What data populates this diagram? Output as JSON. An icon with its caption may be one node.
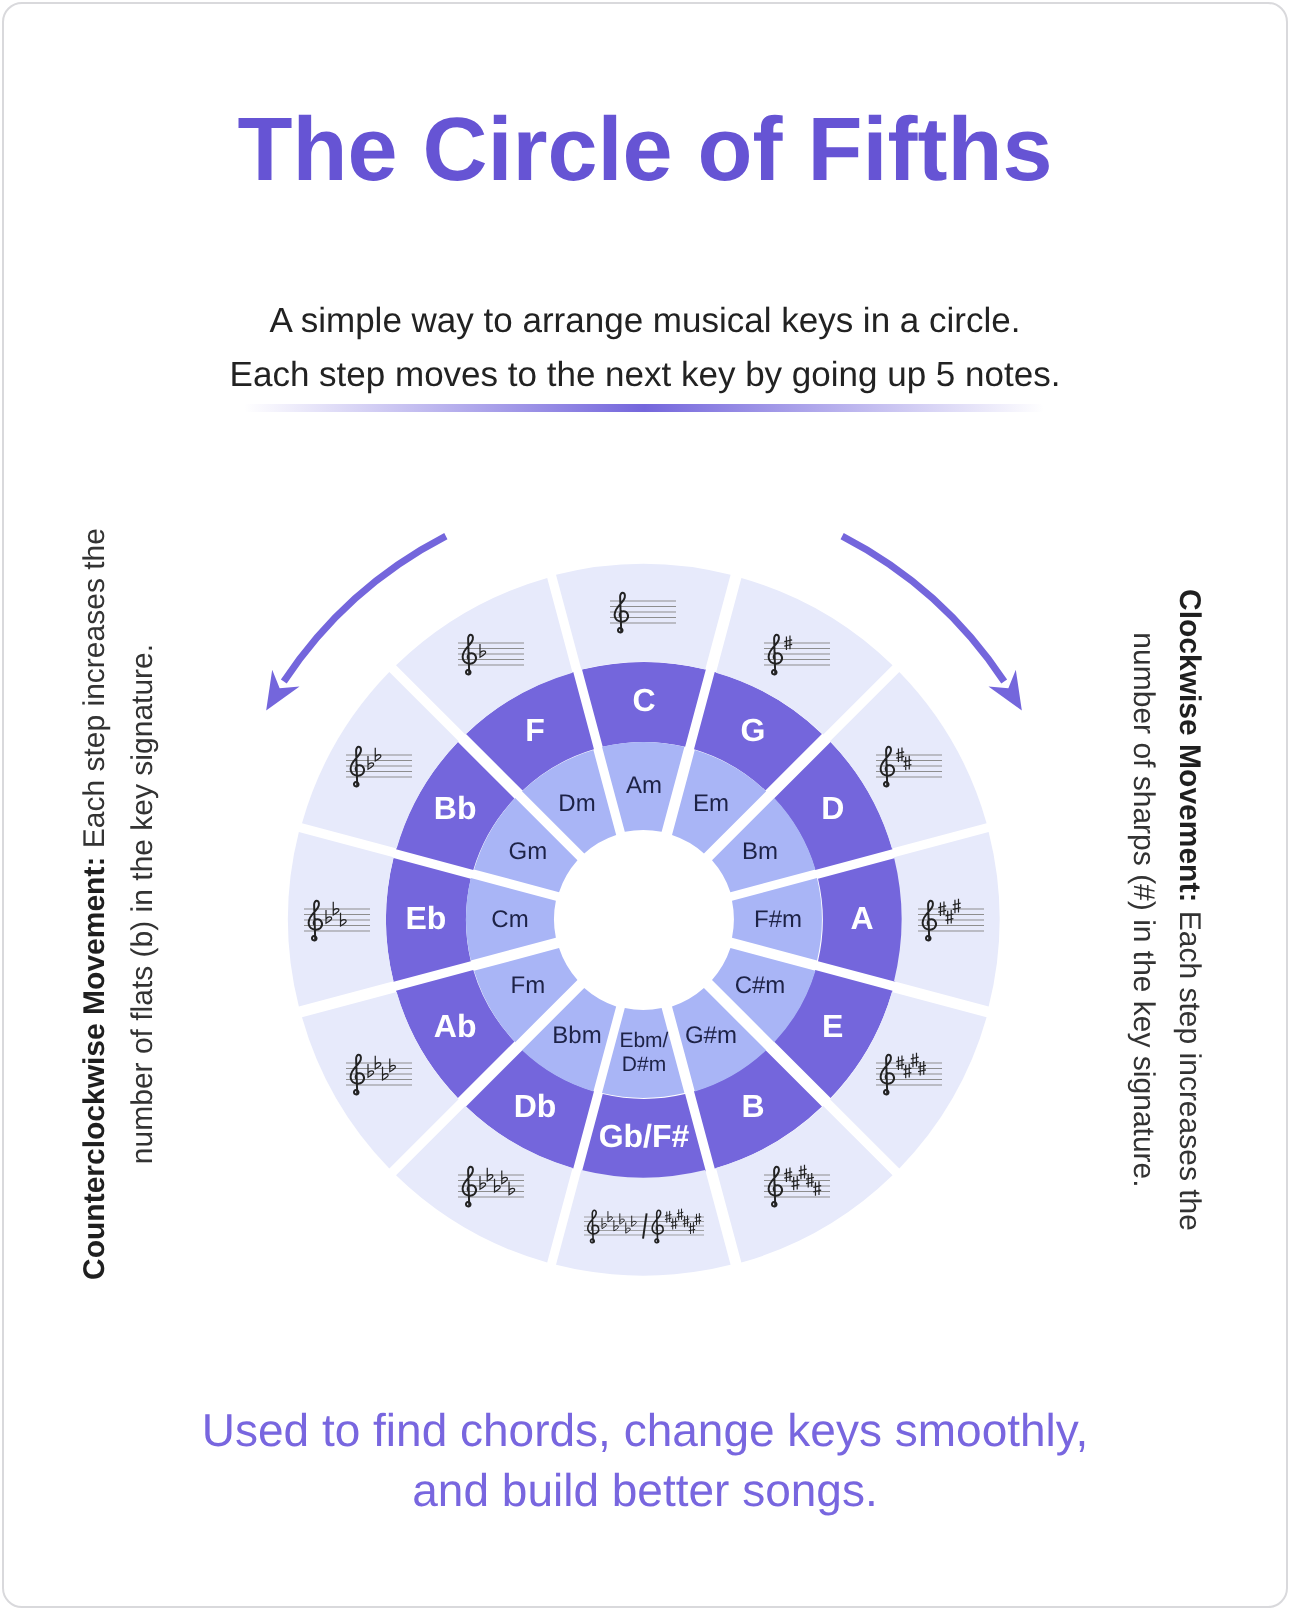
{
  "diagram": {
    "title": "The Circle of Fifths",
    "nodes": [
      {
        "text": [
          "C"
        ]
      },
      {
        "text": [
          "G"
        ]
      },
      {
        "text": [
          "D"
        ]
      },
      {
        "text": [
          "A"
        ]
      },
      {
        "text": [
          "E"
        ]
      },
      {
        "text": [
          "B"
        ]
      },
      {
        "text": [
          "Gb/F#"
        ]
      },
      {
        "text": [
          "Db"
        ]
      },
      {
        "text": [
          "Ab"
        ]
      },
      {
        "text": [
          "Eb"
        ]
      },
      {
        "text": [
          "Bb"
        ]
      },
      {
        "text": [
          "F"
        ]
      },
      {
        "text": [
          "Am"
        ]
      },
      {
        "text": [
          "Em"
        ]
      },
      {
        "text": [
          "Bm"
        ]
      },
      {
        "text": [
          "F#m"
        ]
      },
      {
        "text": [
          "C#m"
        ]
      },
      {
        "text": [
          "G#m"
        ]
      },
      {
        "text": [
          "Ebm/ D#m"
        ]
      },
      {
        "text": [
          "Bbm"
        ]
      },
      {
        "text": [
          "Fm"
        ]
      },
      {
        "text": [
          "Cm"
        ]
      },
      {
        "text": [
          "Gm"
        ]
      },
      {
        "text": [
          "Dm"
        ]
      },
      {
        "text": [],
        "shape": "picture"
      },
      {
        "text": [],
        "shape": "picture"
      },
      {
        "text": [],
        "shape": "picture"
      },
      {
        "text": [],
        "shape": "picture"
      },
      {
        "text": [],
        "shape": "picture"
      },
      {
        "text": [],
        "shape": "picture"
      },
      {
        "text": [],
        "shape": "picture"
      },
      {
        "text": [],
        "shape": "picture"
      },
      {
        "text": [],
        "shape": "picture"
      },
      {
        "text": [],
        "shape": "picture"
      },
      {
        "text": [],
        "shape": "picture"
      },
      {
        "text": [],
        "shape": "picture"
      }
    ],
    "labels": [
      "A simple way to arrange musical keys in a circle.",
      "Each step moves to the next key by going up 5 notes.",
      "**Counterclockwise Movement:** Each step increases the number of flats (b) in the key signature.",
      "**Clockwise Movement:** Each step increases the number of sharps (#) in the key signature.",
      "Used to find chords, change keys smoothly, and build better songs."
    ]
  }
}
